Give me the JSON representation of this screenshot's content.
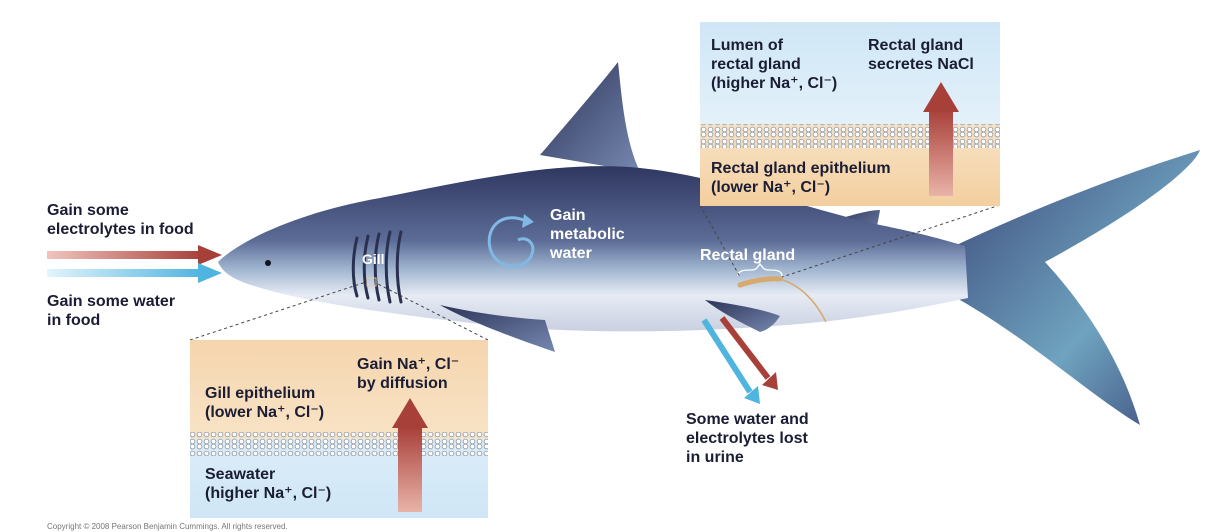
{
  "labels": {
    "food_electrolytes": "Gain some\nelectrolytes in food",
    "food_water": "Gain some water\nin food",
    "metabolic_water": "Gain\nmetabolic\nwater",
    "gill": "Gill",
    "rectal_gland": "Rectal gland",
    "urine": "Some water and\nelectrolytes lost\nin urine",
    "rectal_lumen": "Lumen of\nrectal gland\n(higher Na⁺, Cl⁻)",
    "rectal_secretes": "Rectal gland\nsecretes NaCl",
    "rectal_epithelium": "Rectal gland epithelium\n(lower Na⁺, Cl⁻)",
    "gill_epithelium": "Gill epithelium\n(lower Na⁺, Cl⁻)",
    "gill_gain": "Gain Na⁺, Cl⁻\nby diffusion",
    "seawater": "Seawater\n(higher Na⁺, Cl⁻)"
  },
  "copyright": "Copyright © 2008 Pearson Benjamin Cummings. All rights reserved.",
  "colors": {
    "shark_dark": "#3c4570",
    "shark_mid": "#6c7fa6",
    "shark_belly": "#e7ebf4",
    "electrolyte_arrow": "#a8403a",
    "water_arrow": "#4fb4e0",
    "epithelium": "#f6dcb8",
    "water_bg": "#d8ecf8",
    "membrane": "#9aa6b2"
  }
}
